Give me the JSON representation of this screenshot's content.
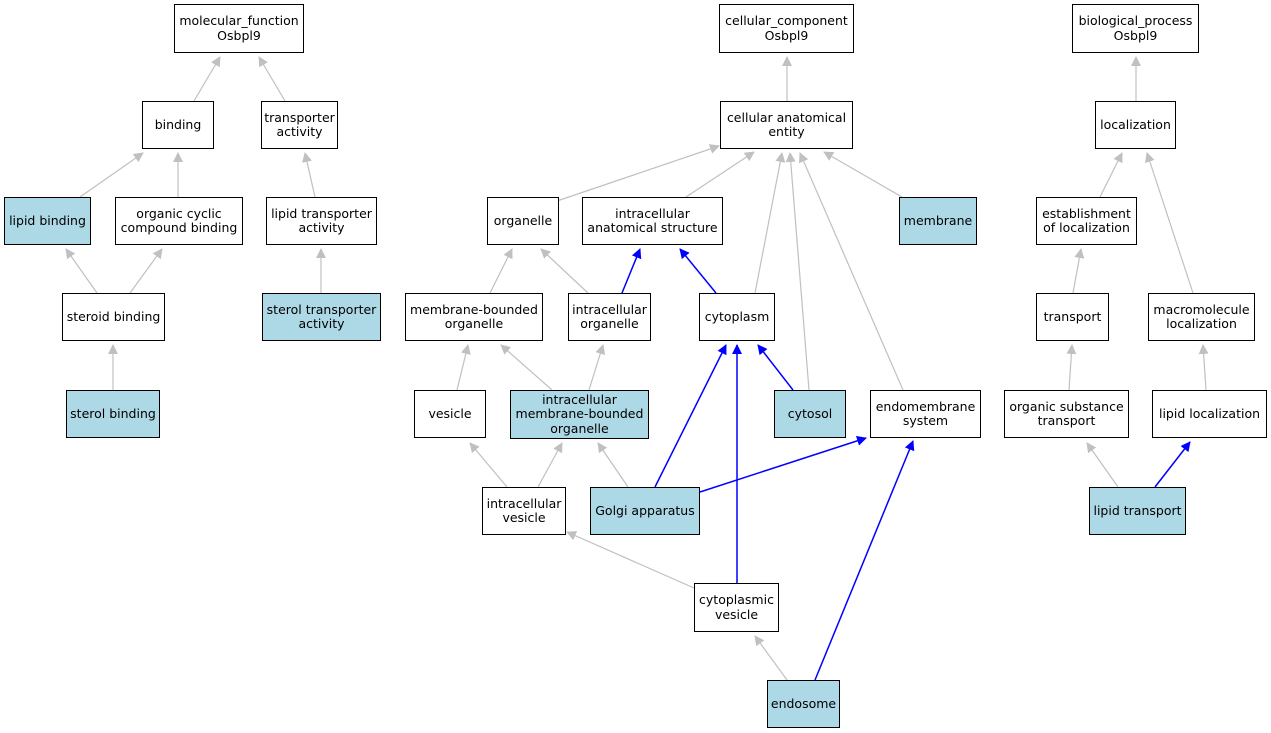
{
  "colors": {
    "highlight_fill": "#add8e6",
    "plain_fill": "#ffffff",
    "node_border": "#000000",
    "edge_gray": "#c0c0c0",
    "edge_blue": "#0000ff"
  },
  "nodes": [
    {
      "id": "mf_root",
      "label": "molecular_function\nOsbpl9",
      "highlighted": false
    },
    {
      "id": "binding",
      "label": "binding",
      "highlighted": false
    },
    {
      "id": "transporter_activity",
      "label": "transporter\nactivity",
      "highlighted": false
    },
    {
      "id": "lipid_binding",
      "label": "lipid binding",
      "highlighted": true
    },
    {
      "id": "organic_cyclic",
      "label": "organic cyclic\ncompound binding",
      "highlighted": false
    },
    {
      "id": "lipid_transporter_activity",
      "label": "lipid transporter\nactivity",
      "highlighted": false
    },
    {
      "id": "steroid_binding",
      "label": "steroid binding",
      "highlighted": false
    },
    {
      "id": "sterol_transporter_activity",
      "label": "sterol transporter\nactivity",
      "highlighted": true
    },
    {
      "id": "sterol_binding",
      "label": "sterol binding",
      "highlighted": true
    },
    {
      "id": "cc_root",
      "label": "cellular_component\nOsbpl9",
      "highlighted": false
    },
    {
      "id": "cae",
      "label": "cellular anatomical\nentity",
      "highlighted": false
    },
    {
      "id": "organelle",
      "label": "organelle",
      "highlighted": false
    },
    {
      "id": "ias",
      "label": "intracellular\nanatomical structure",
      "highlighted": false
    },
    {
      "id": "membrane",
      "label": "membrane",
      "highlighted": true
    },
    {
      "id": "mbo",
      "label": "membrane-bounded\norganelle",
      "highlighted": false
    },
    {
      "id": "intra_organelle",
      "label": "intracellular\norganelle",
      "highlighted": false
    },
    {
      "id": "cytoplasm",
      "label": "cytoplasm",
      "highlighted": false
    },
    {
      "id": "vesicle",
      "label": "vesicle",
      "highlighted": false
    },
    {
      "id": "imbo",
      "label": "intracellular\nmembrane-bounded\norganelle",
      "highlighted": true
    },
    {
      "id": "cytosol",
      "label": "cytosol",
      "highlighted": true
    },
    {
      "id": "endomembrane",
      "label": "endomembrane\nsystem",
      "highlighted": false
    },
    {
      "id": "intra_vesicle",
      "label": "intracellular\nvesicle",
      "highlighted": false
    },
    {
      "id": "golgi",
      "label": "Golgi apparatus",
      "highlighted": true
    },
    {
      "id": "cyto_vesicle",
      "label": "cytoplasmic\nvesicle",
      "highlighted": false
    },
    {
      "id": "endosome",
      "label": "endosome",
      "highlighted": true
    },
    {
      "id": "bp_root",
      "label": "biological_process\nOsbpl9",
      "highlighted": false
    },
    {
      "id": "localization",
      "label": "localization",
      "highlighted": false
    },
    {
      "id": "establishment",
      "label": "establishment\nof localization",
      "highlighted": false
    },
    {
      "id": "transport",
      "label": "transport",
      "highlighted": false
    },
    {
      "id": "macro_loc",
      "label": "macromolecule\nlocalization",
      "highlighted": false
    },
    {
      "id": "organic_transport",
      "label": "organic substance\ntransport",
      "highlighted": false
    },
    {
      "id": "lipid_loc",
      "label": "lipid localization",
      "highlighted": false
    },
    {
      "id": "lipid_transport",
      "label": "lipid transport",
      "highlighted": true
    }
  ],
  "edges": [
    {
      "from": "binding",
      "to": "mf_root",
      "color": "gray"
    },
    {
      "from": "transporter_activity",
      "to": "mf_root",
      "color": "gray"
    },
    {
      "from": "lipid_binding",
      "to": "binding",
      "color": "gray"
    },
    {
      "from": "organic_cyclic",
      "to": "binding",
      "color": "gray"
    },
    {
      "from": "lipid_transporter_activity",
      "to": "transporter_activity",
      "color": "gray"
    },
    {
      "from": "steroid_binding",
      "to": "lipid_binding",
      "color": "gray"
    },
    {
      "from": "steroid_binding",
      "to": "organic_cyclic",
      "color": "gray"
    },
    {
      "from": "sterol_transporter_activity",
      "to": "lipid_transporter_activity",
      "color": "gray"
    },
    {
      "from": "sterol_binding",
      "to": "steroid_binding",
      "color": "gray"
    },
    {
      "from": "cae",
      "to": "cc_root",
      "color": "gray"
    },
    {
      "from": "organelle",
      "to": "cae",
      "color": "gray"
    },
    {
      "from": "ias",
      "to": "cae",
      "color": "gray"
    },
    {
      "from": "membrane",
      "to": "cae",
      "color": "gray"
    },
    {
      "from": "cytoplasm",
      "to": "cae",
      "color": "gray"
    },
    {
      "from": "cytosol",
      "to": "cae",
      "color": "gray"
    },
    {
      "from": "endomembrane",
      "to": "cae",
      "color": "gray"
    },
    {
      "from": "mbo",
      "to": "organelle",
      "color": "gray"
    },
    {
      "from": "intra_organelle",
      "to": "organelle",
      "color": "gray"
    },
    {
      "from": "intra_organelle",
      "to": "ias",
      "color": "blue"
    },
    {
      "from": "cytoplasm",
      "to": "ias",
      "color": "blue"
    },
    {
      "from": "vesicle",
      "to": "mbo",
      "color": "gray"
    },
    {
      "from": "imbo",
      "to": "mbo",
      "color": "gray"
    },
    {
      "from": "imbo",
      "to": "intra_organelle",
      "color": "gray"
    },
    {
      "from": "cytosol",
      "to": "cytoplasm",
      "color": "blue"
    },
    {
      "from": "golgi",
      "to": "cytoplasm",
      "color": "blue"
    },
    {
      "from": "cyto_vesicle",
      "to": "cytoplasm",
      "color": "blue"
    },
    {
      "from": "intra_vesicle",
      "to": "vesicle",
      "color": "gray"
    },
    {
      "from": "intra_vesicle",
      "to": "imbo",
      "color": "gray"
    },
    {
      "from": "golgi",
      "to": "imbo",
      "color": "gray"
    },
    {
      "from": "golgi",
      "to": "endomembrane",
      "color": "blue"
    },
    {
      "from": "cyto_vesicle",
      "to": "intra_vesicle",
      "color": "gray"
    },
    {
      "from": "endosome",
      "to": "cyto_vesicle",
      "color": "gray"
    },
    {
      "from": "endosome",
      "to": "endomembrane",
      "color": "blue"
    },
    {
      "from": "localization",
      "to": "bp_root",
      "color": "gray"
    },
    {
      "from": "establishment",
      "to": "localization",
      "color": "gray"
    },
    {
      "from": "macro_loc",
      "to": "localization",
      "color": "gray"
    },
    {
      "from": "transport",
      "to": "establishment",
      "color": "gray"
    },
    {
      "from": "organic_transport",
      "to": "transport",
      "color": "gray"
    },
    {
      "from": "lipid_loc",
      "to": "macro_loc",
      "color": "gray"
    },
    {
      "from": "lipid_transport",
      "to": "organic_transport",
      "color": "gray"
    },
    {
      "from": "lipid_transport",
      "to": "lipid_loc",
      "color": "blue"
    }
  ]
}
